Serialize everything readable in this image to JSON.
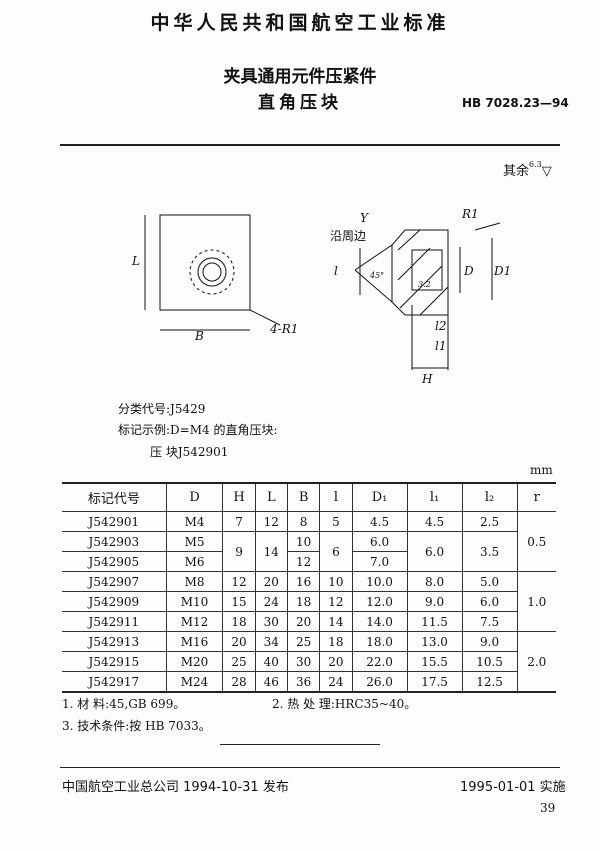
{
  "header": {
    "standard_body": "中华人民共和国航空工业标准",
    "title_line1": "夹具通用元件压紧件",
    "title_line2": "直角压块",
    "standard_number": "HB 7028.23—94"
  },
  "roughness": {
    "label": "其余",
    "value": "6.3"
  },
  "drawing": {
    "labels": {
      "L": "L",
      "B": "B",
      "corner": "4-R1",
      "Y": "Y",
      "edge": "沿周边",
      "R1": "R1",
      "D": "D",
      "D1": "D1",
      "l": "l",
      "l1": "l1",
      "l2": "l2",
      "H": "H",
      "rough1": "3.2",
      "angle": "45°"
    }
  },
  "info": {
    "class_code": "分类代号:J5429",
    "example": "标记示例:D=M4  的直角压块:",
    "example_mark": "压  块J542901"
  },
  "table": {
    "unit": "mm",
    "headers": [
      "标记代号",
      "D",
      "H",
      "L",
      "B",
      "l",
      "D₁",
      "l₁",
      "l₂",
      "r"
    ],
    "rows": [
      [
        "J542901",
        "M4",
        "7",
        "12",
        "8",
        "5",
        "4.5",
        "4.5",
        "2.5",
        "0.5"
      ],
      [
        "J542903",
        "M5",
        "9",
        "14",
        "10",
        "6",
        "6.0",
        "6.0",
        "3.5",
        ""
      ],
      [
        "J542905",
        "M6",
        "",
        "",
        "12",
        "",
        "7.0",
        "",
        "",
        ""
      ],
      [
        "J542907",
        "M8",
        "12",
        "20",
        "16",
        "10",
        "10.0",
        "8.0",
        "5.0",
        "1.0"
      ],
      [
        "J542909",
        "M10",
        "15",
        "24",
        "18",
        "12",
        "12.0",
        "9.0",
        "6.0",
        ""
      ],
      [
        "J542911",
        "M12",
        "18",
        "30",
        "20",
        "14",
        "14.0",
        "11.5",
        "7.5",
        ""
      ],
      [
        "J542913",
        "M16",
        "20",
        "34",
        "25",
        "18",
        "18.0",
        "13.0",
        "9.0",
        "2.0"
      ],
      [
        "J542915",
        "M20",
        "25",
        "40",
        "30",
        "20",
        "22.0",
        "15.5",
        "10.5",
        ""
      ],
      [
        "J542917",
        "M24",
        "28",
        "46",
        "36",
        "24",
        "26.0",
        "17.5",
        "12.5",
        ""
      ]
    ]
  },
  "notes": [
    "1. 材    料:45,GB 699。",
    "2. 热 处 理:HRC35~40。",
    "3. 技术条件:按 HB 7033。"
  ],
  "footer": {
    "issuer": "中国航空工业总公司 1994-10-31 发布",
    "effective": "1995-01-01 实施",
    "page": "39"
  }
}
